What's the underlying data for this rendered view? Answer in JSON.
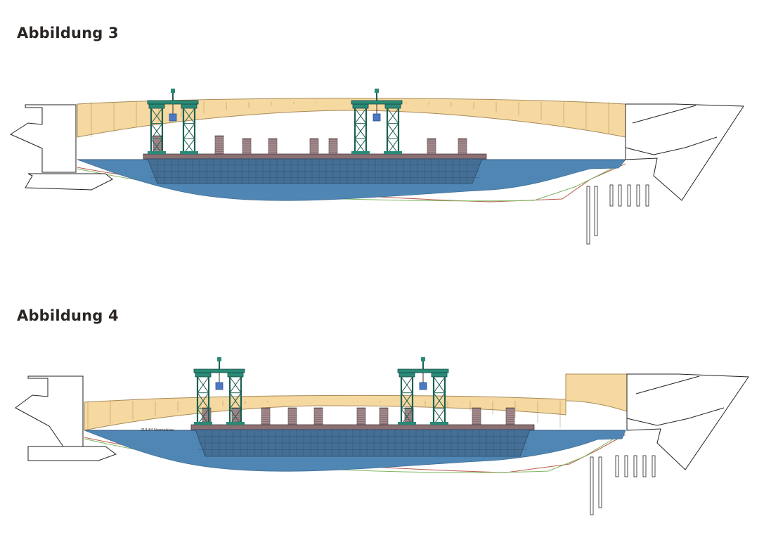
{
  "figures": [
    {
      "id": "fig3",
      "title": "Abbildung 3"
    },
    {
      "id": "fig4",
      "title": "Abbildung 4",
      "water_level_label": "213.84 Normalstau"
    }
  ],
  "colors": {
    "water": "#4f86b4",
    "water_dark": "#3f6f98",
    "bridge_fill": "#f5d9a0",
    "bridge_stroke": "#a88a58",
    "barge": "#8a6f73",
    "tower": "#2a8a78",
    "hydraulic": "#4b78c4",
    "ground_red": "#b85a4a",
    "ground_green": "#7fb560",
    "line": "#222222"
  }
}
